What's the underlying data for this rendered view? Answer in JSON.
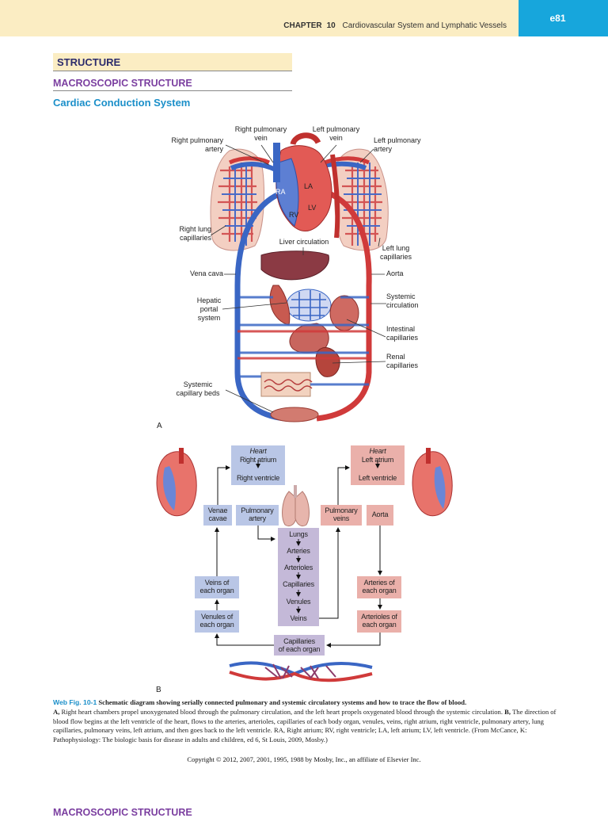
{
  "header": {
    "chapter_label": "CHAPTER",
    "chapter_num": "10",
    "chapter_title": "Cardiovascular System and Lymphatic Vessels",
    "page_number": "e81"
  },
  "sections": {
    "structure": "STRUCTURE",
    "macroscopic": "MACROSCOPIC STRUCTURE",
    "cardiac": "Cardiac Conduction System",
    "bottom": "MACROSCOPIC STRUCTURE"
  },
  "figA": {
    "panel": "A",
    "labels": {
      "right_pulmonary_vein": "Right pulmonary\nvein",
      "left_pulmonary_vein": "Left pulmonary\nvein",
      "right_pulmonary_artery": "Right pulmonary\nartery",
      "left_pulmonary_artery": "Left pulmonary\nartery",
      "ra": "RA",
      "la": "LA",
      "rv": "RV",
      "lv": "LV",
      "right_lung_capillaries": "Right lung\ncapillaries",
      "liver_circulation": "Liver circulation",
      "left_lung_capillaries": "Left lung\ncapillaries",
      "vena_cava": "Vena cava",
      "aorta": "Aorta",
      "hepatic_portal": "Hepatic\nportal\nsystem",
      "systemic_circulation": "Systemic\ncirculation",
      "intestinal_capillaries": "Intestinal\ncapillaries",
      "renal_capillaries": "Renal\ncapillaries",
      "systemic_capillary_beds": "Systemic\ncapillary beds"
    }
  },
  "figB": {
    "panel": "B",
    "heart_right_title": "Heart",
    "heart_right_atrium": "Right atrium",
    "heart_right_ventricle": "Right ventricle",
    "heart_left_title": "Heart",
    "heart_left_atrium": "Left atrium",
    "heart_left_ventricle": "Left ventricle",
    "venae_cavae": "Venae\ncavae",
    "pulmonary_artery": "Pulmonary\nartery",
    "pulmonary_veins": "Pulmonary\nveins",
    "aorta": "Aorta",
    "lungs_chain": [
      "Lungs",
      "Arteries",
      "Arterioles",
      "Capillaries",
      "Venules",
      "Veins"
    ],
    "veins_each": "Veins of\neach organ",
    "venules_each": "Venules of\neach organ",
    "arteries_each": "Arteries of\neach organ",
    "arterioles_each": "Arterioles of\neach organ",
    "capillaries_each": "Capillaries\nof each organ"
  },
  "caption": {
    "fig_label": "Web Fig. 10-1",
    "fig_title": "Schematic diagram showing serially connected pulmonary and systemic circulatory systems and how to trace the flow of blood.",
    "part_a_label": "A,",
    "part_a_text": "Right heart chambers propel unoxygenated blood through the pulmonary circulation, and the left heart propels oxygenated blood through the systemic circulation.",
    "part_b_label": "B,",
    "part_b_text": "The direction of blood flow begins at the left ventricle of the heart, flows to the arteries, arterioles, capillaries of each body organ, venules, veins, right atrium, right ventricle, pulmonary artery, lung capillaries, pulmonary veins, left atrium, and then goes back to the left ventricle.",
    "abbrev": "RA, Right atrium; RV, right ventricle; LA, left atrium; LV, left ventricle.",
    "source": "(From McCance, K: Pathophysiology: The biologic basis for disease in adults and children, ed 6, St Louis, 2009, Mosby.)"
  },
  "copyright": "Copyright © 2012, 2007, 2001, 1995, 1988 by Mosby, Inc., an affiliate of Elsevier Inc.",
  "colors": {
    "header_band": "#fbedc3",
    "page_box": "#17a6dc",
    "venous_blue": "#3a66c4",
    "arterial_red": "#d03a3a",
    "blue_box": "#b9c6e6",
    "red_box": "#eab0aa"
  }
}
